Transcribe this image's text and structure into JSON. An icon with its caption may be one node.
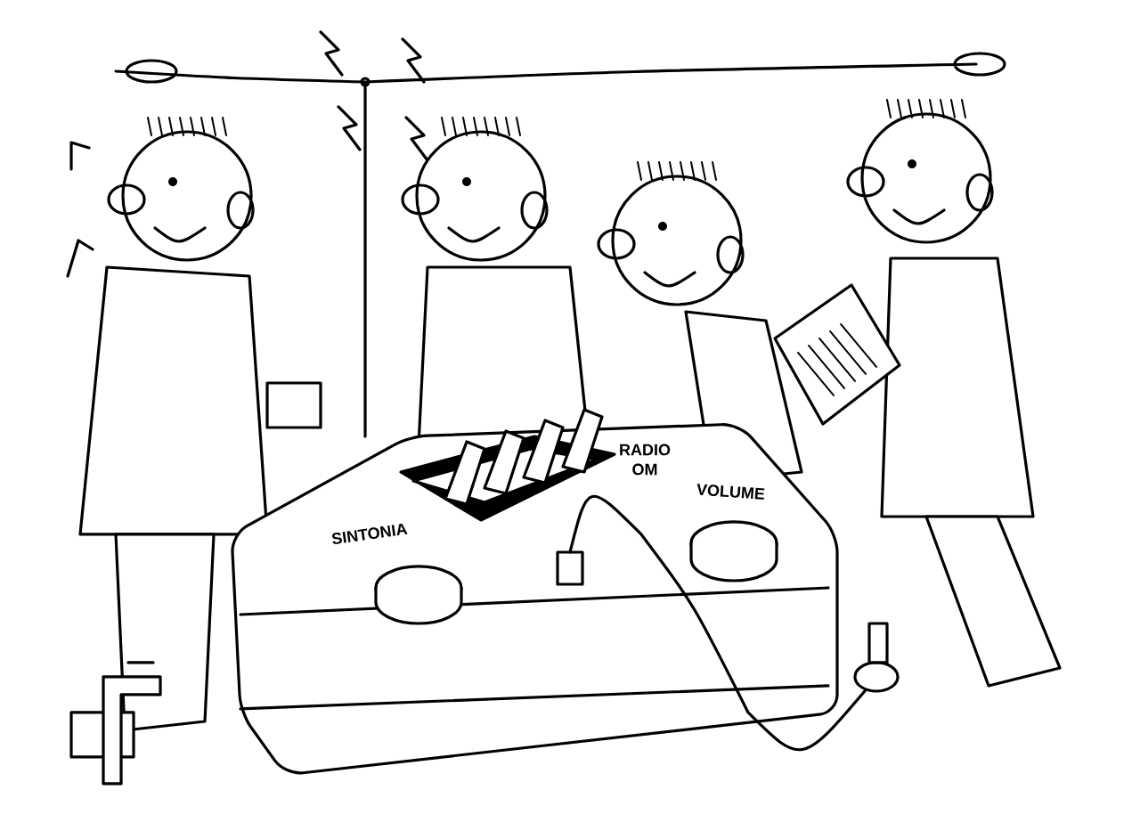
{
  "diagram": {
    "labels": [
      "RADIO OM",
      "VOLUME",
      "SINTONIA"
    ]
  }
}
